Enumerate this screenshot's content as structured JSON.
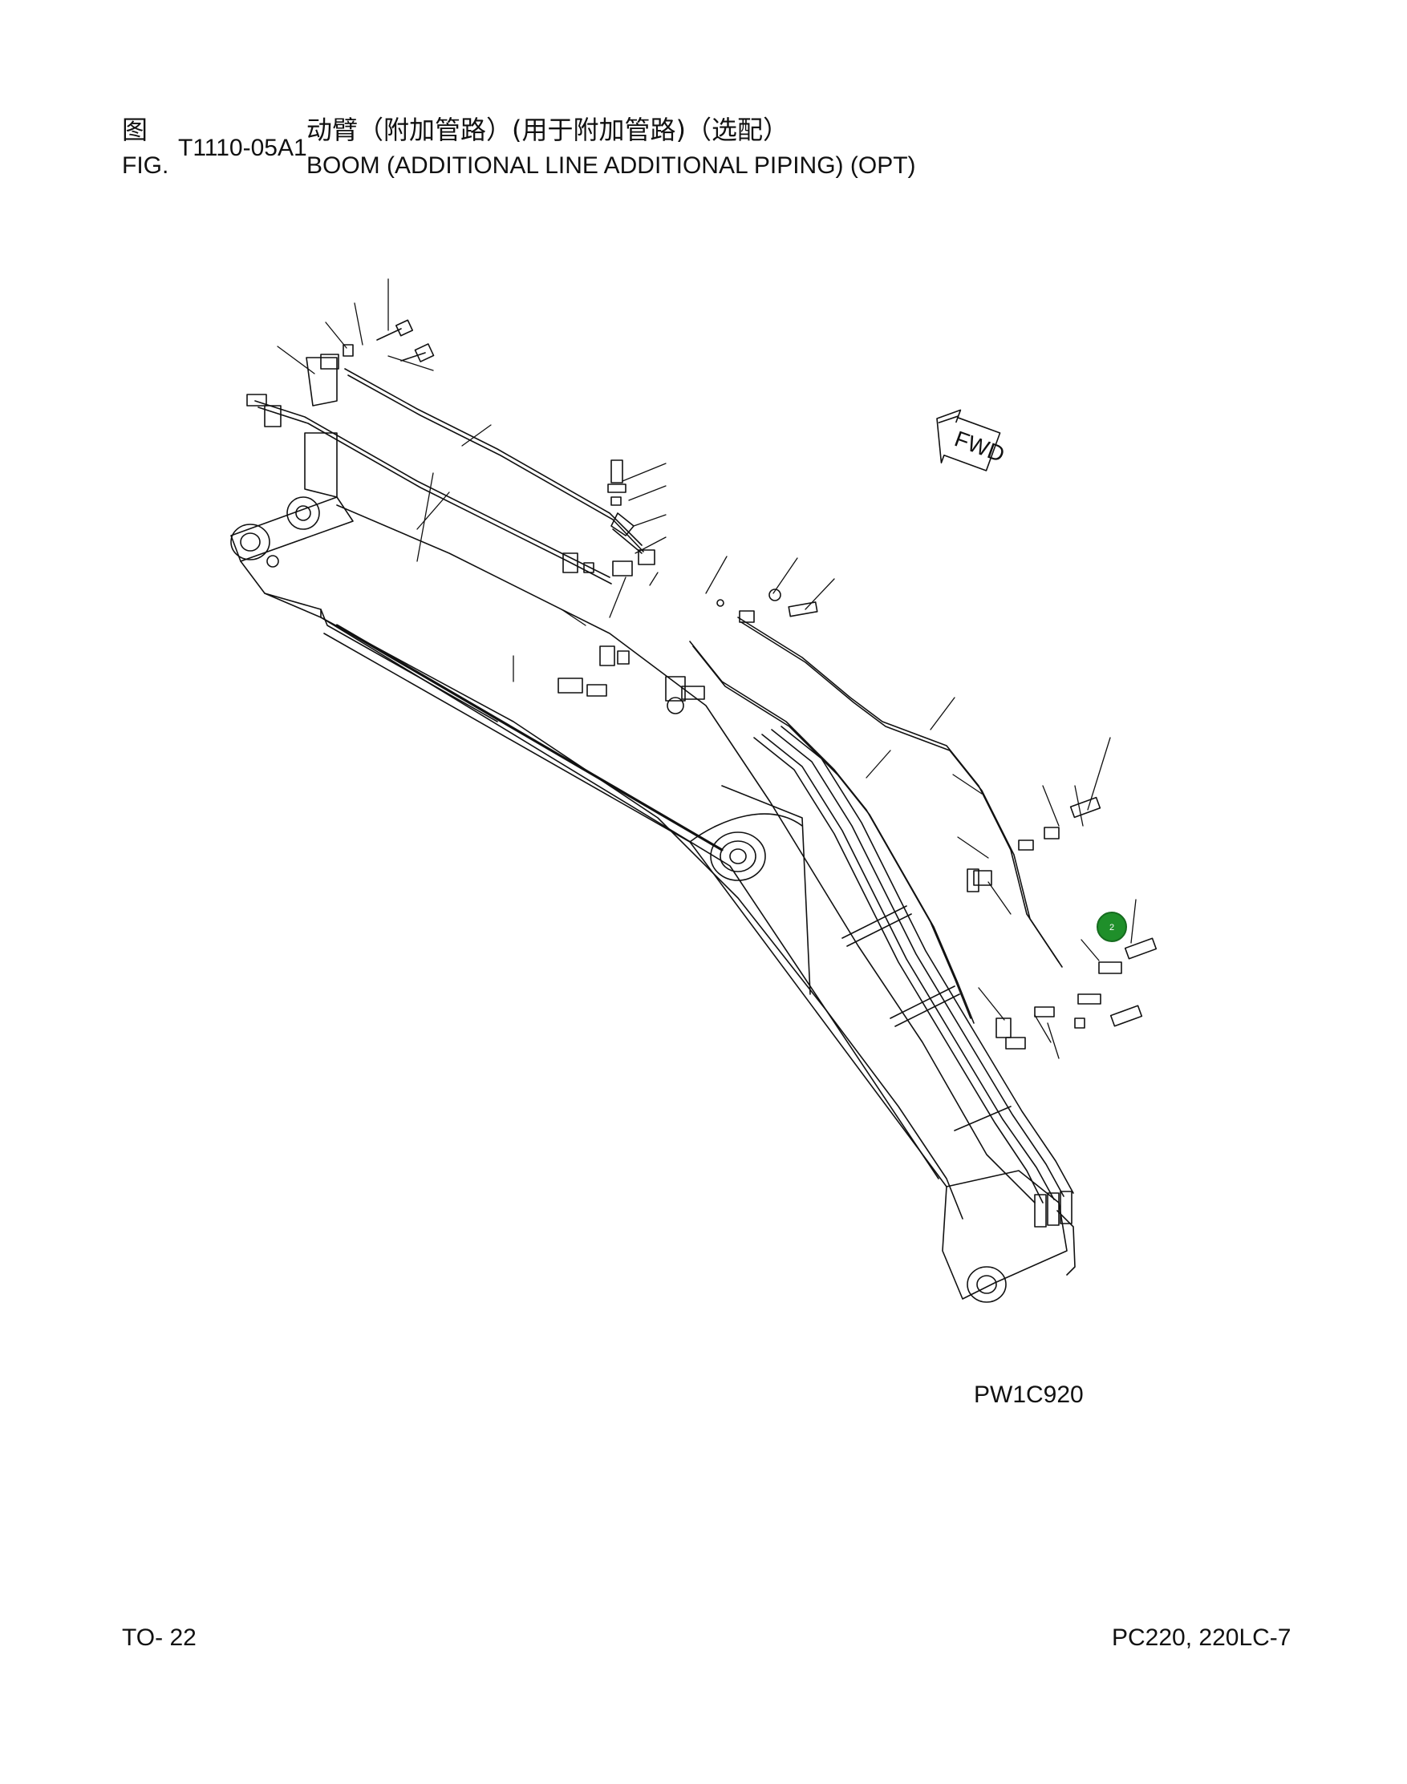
{
  "header": {
    "fig_label_cn": "图",
    "fig_label_en": "FIG.",
    "fig_number": "T1110-05A1",
    "title_cn": "动臂（附加管路）(用于附加管路)（选配）",
    "title_en": "BOOM (ADDITIONAL LINE ADDITIONAL PIPING) (OPT)"
  },
  "drawing": {
    "direction_marker": "FWD",
    "callout_number": "2",
    "drawing_code": "PW1C920"
  },
  "footer": {
    "page_number": "TO- 22",
    "model": "PC220, 220LC-7"
  },
  "colors": {
    "callout_fill": "#1f8f2a",
    "line": "#111111"
  }
}
